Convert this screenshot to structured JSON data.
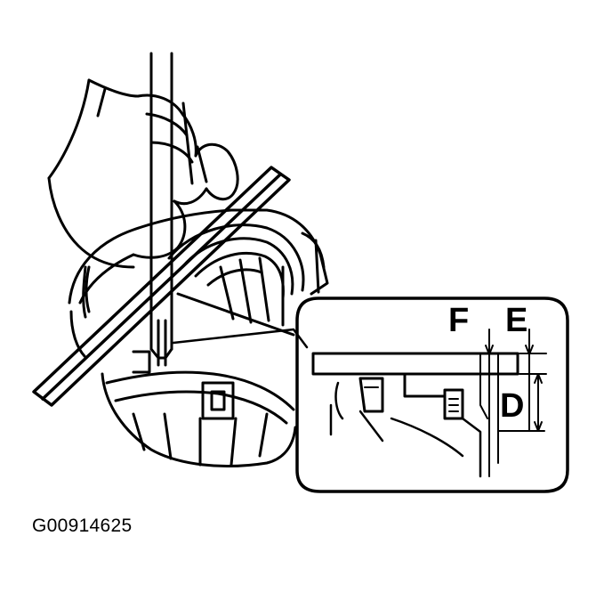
{
  "diagram": {
    "labels": {
      "f": "F",
      "e": "E",
      "d": "D"
    },
    "figure_id": "G00914625"
  },
  "colors": {
    "ink": "#000000",
    "paper": "#ffffff"
  }
}
